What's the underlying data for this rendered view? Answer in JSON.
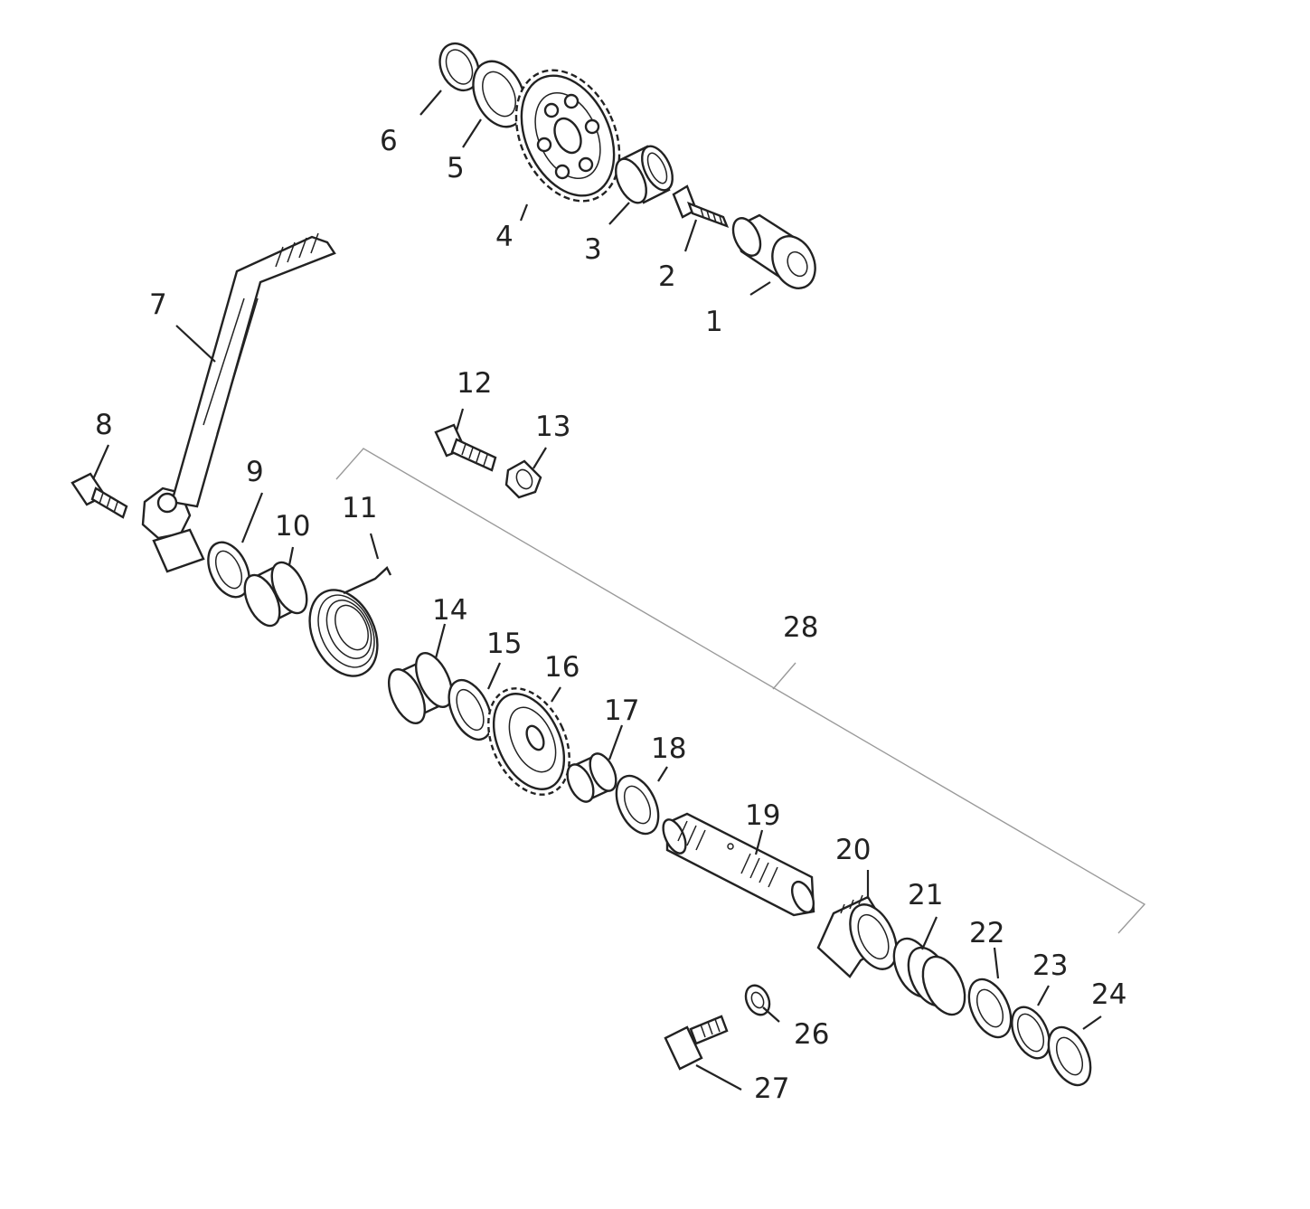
{
  "labels": {
    "p1": "1",
    "p2": "2",
    "p3": "3",
    "p4": "4",
    "p5": "5",
    "p6": "6",
    "p7": "7",
    "p8": "8",
    "p9": "9",
    "p10": "10",
    "p11": "11",
    "p12": "12",
    "p13": "13",
    "p14": "14",
    "p15": "15",
    "p16": "16",
    "p17": "17",
    "p18": "18",
    "p19": "19",
    "p20": "20",
    "p21": "21",
    "p22": "22",
    "p23": "23",
    "p24": "24",
    "p26": "26",
    "p27": "27",
    "p28": "28"
  }
}
